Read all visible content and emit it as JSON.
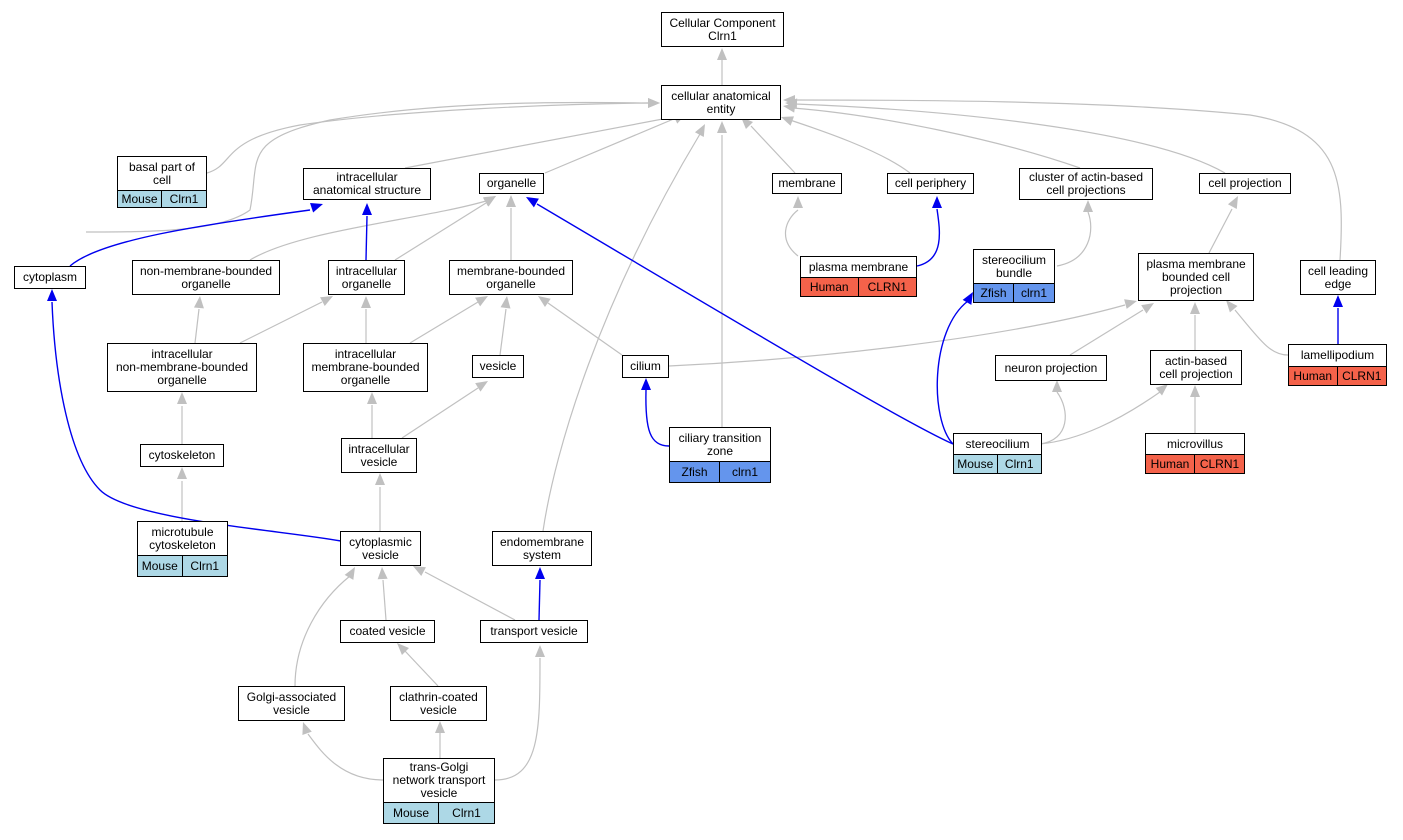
{
  "colors": {
    "edge_gray": "#c0c0c0",
    "edge_blue": "#0000ee",
    "mouse": "#add8e6",
    "human": "#f4624a",
    "zfish": "#6495ed"
  },
  "nodes": {
    "cc": {
      "label": "Cellular Component\nClrn1"
    },
    "cae": {
      "label": "cellular anatomical\nentity"
    },
    "basal": {
      "label": "basal part of\ncell",
      "species": "Mouse",
      "gene": "Clrn1",
      "tagcolor": "mouse"
    },
    "ias": {
      "label": "intracellular\nanatomical structure"
    },
    "organelle": {
      "label": "organelle"
    },
    "membrane": {
      "label": "membrane"
    },
    "cellper": {
      "label": "cell periphery"
    },
    "cluster": {
      "label": "cluster of actin-based\ncell projections"
    },
    "cellproj": {
      "label": "cell projection"
    },
    "cytoplasm": {
      "label": "cytoplasm"
    },
    "nmbo": {
      "label": "non-membrane-bounded\norganelle"
    },
    "io": {
      "label": "intracellular\norganelle"
    },
    "mbo": {
      "label": "membrane-bounded\norganelle"
    },
    "pm": {
      "label": "plasma membrane",
      "species": "Human",
      "gene": "CLRN1",
      "tagcolor": "human"
    },
    "stbundle": {
      "label": "stereocilium\nbundle",
      "species": "Zfish",
      "gene": "clrn1",
      "tagcolor": "zfish"
    },
    "pmbcp": {
      "label": "plasma membrane\nbounded cell\nprojection"
    },
    "cle": {
      "label": "cell leading\nedge"
    },
    "inmbo": {
      "label": "intracellular\nnon-membrane-bounded\norganelle"
    },
    "imbo": {
      "label": "intracellular\nmembrane-bounded\norganelle"
    },
    "vesicle": {
      "label": "vesicle"
    },
    "cilium": {
      "label": "cilium"
    },
    "neuronproj": {
      "label": "neuron projection"
    },
    "actinproj": {
      "label": "actin-based\ncell projection"
    },
    "lamelli": {
      "label": "lamellipodium",
      "species": "Human",
      "gene": "CLRN1",
      "tagcolor": "human"
    },
    "cytoskeleton": {
      "label": "cytoskeleton"
    },
    "ivesicle": {
      "label": "intracellular\nvesicle"
    },
    "ctz": {
      "label": "ciliary transition\nzone",
      "species": "Zfish",
      "gene": "clrn1",
      "tagcolor": "zfish"
    },
    "stereocilium": {
      "label": "stereocilium",
      "species": "Mouse",
      "gene": "Clrn1",
      "tagcolor": "mouse"
    },
    "microvillus": {
      "label": "microvillus",
      "species": "Human",
      "gene": "CLRN1",
      "tagcolor": "human"
    },
    "mtcyto": {
      "label": "microtubule\ncytoskeleton",
      "species": "Mouse",
      "gene": "Clrn1",
      "tagcolor": "mouse"
    },
    "cytovesicle": {
      "label": "cytoplasmic\nvesicle"
    },
    "endomem": {
      "label": "endomembrane\nsystem"
    },
    "coated": {
      "label": "coated vesicle"
    },
    "transport": {
      "label": "transport vesicle"
    },
    "golgiassoc": {
      "label": "Golgi-associated\nvesicle"
    },
    "clathrin": {
      "label": "clathrin-coated\nvesicle"
    },
    "tgn": {
      "label": "trans-Golgi\nnetwork transport\nvesicle",
      "species": "Mouse",
      "gene": "Clrn1",
      "tagcolor": "mouse"
    }
  }
}
